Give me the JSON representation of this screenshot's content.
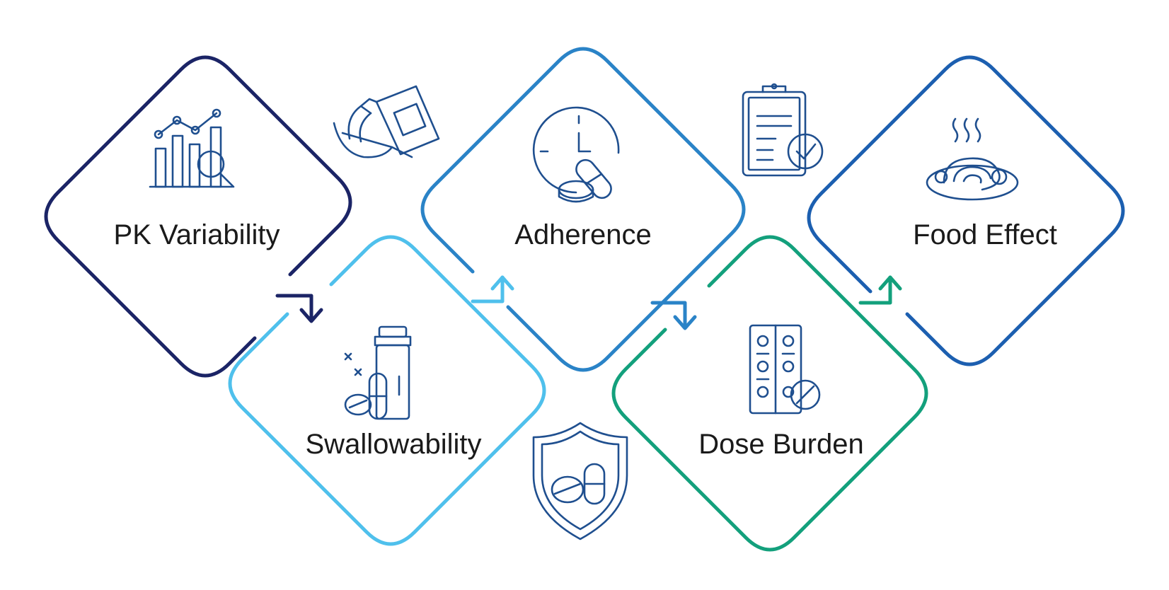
{
  "diagram": {
    "steps": [
      {
        "id": "pk",
        "label": "PK Variability",
        "color": "#1b2466"
      },
      {
        "id": "swallow",
        "label": "Swallowability",
        "color": "#4fc0ec"
      },
      {
        "id": "adherence",
        "label": "Adherence",
        "color": "#2a83c7"
      },
      {
        "id": "dose",
        "label": "Dose Burden",
        "color": "#13a07c"
      },
      {
        "id": "food",
        "label": "Food Effect",
        "color": "#1c5fb0"
      }
    ],
    "icon_color": "#1f4f8f",
    "icons": [
      "chart-magnifier-icon",
      "pouring-bottle-spoon-icon",
      "pill-bottle-icon",
      "clock-pills-icon",
      "shield-pills-icon",
      "clipboard-check-icon",
      "blister-pack-icon",
      "food-plate-icon"
    ]
  }
}
